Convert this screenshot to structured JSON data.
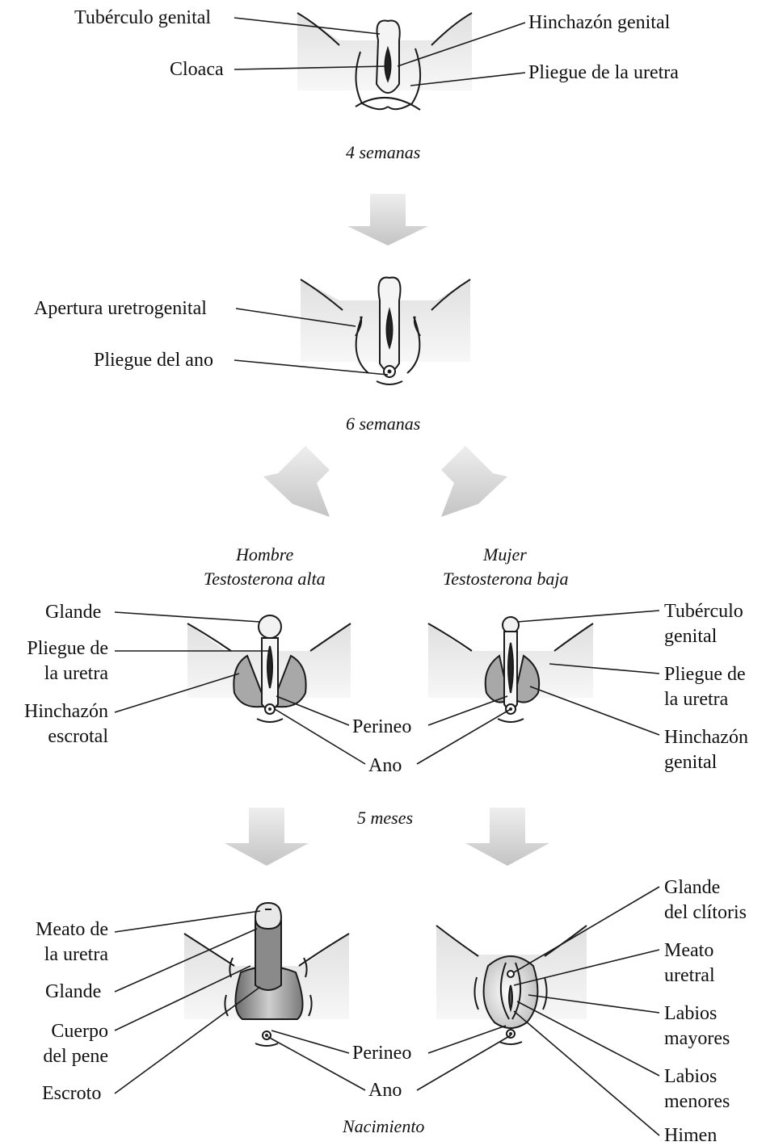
{
  "stages": {
    "week4": "4 semanas",
    "week6": "6 semanas",
    "month5": "5 meses",
    "birth": "Nacimiento"
  },
  "columns": {
    "male_line1": "Hombre",
    "male_line2": "Testosterona alta",
    "female_line1": "Mujer",
    "female_line2": "Testosterona baja"
  },
  "week4_labels": {
    "genital_tubercle": "Tubérculo genital",
    "cloaca": "Cloaca",
    "genital_swelling": "Hinchazón genital",
    "urethral_fold": "Pliegue de la uretra"
  },
  "week6_labels": {
    "urogenital_opening": "Apertura uretrogenital",
    "anal_fold": "Pliegue del ano"
  },
  "month5_labels": {
    "glans": "Glande",
    "urethral_fold_male": "Pliegue de\nla uretra",
    "scrotal_swelling": "Hinchazón\nescrotal",
    "perineum": "Perineo",
    "anus": "Ano",
    "genital_tubercle_f": "Tubérculo\ngenital",
    "urethral_fold_female": "Pliegue de\nla uretra",
    "genital_swelling_f": "Hinchazón\ngenital"
  },
  "birth_labels": {
    "urethral_meatus_male": "Meato de\nla uretra",
    "glans": "Glande",
    "penis_body": "Cuerpo\ndel pene",
    "scrotum": "Escroto",
    "perineum": "Perineo",
    "anus": "Ano",
    "clitoral_glans": "Glande\ndel clítoris",
    "urethral_meatus_f": "Meato\nuretral",
    "labia_majora": "Labios\nmayores",
    "labia_minora": "Labios\nmenores",
    "hymen": "Himen"
  },
  "colors": {
    "line": "#1a1a1a",
    "arrow": "#cfcfcf",
    "shade": "#e4e4e4",
    "swelling": "#a8a8a8"
  }
}
